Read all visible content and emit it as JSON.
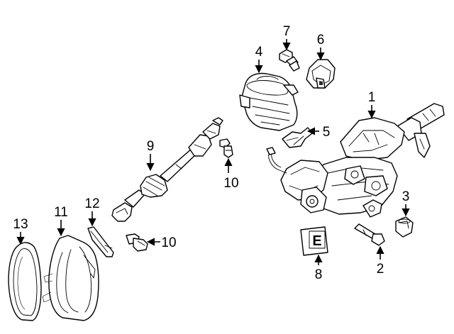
{
  "callouts": [
    {
      "id": "1",
      "label": "1"
    },
    {
      "id": "2",
      "label": "2"
    },
    {
      "id": "3",
      "label": "3"
    },
    {
      "id": "4",
      "label": "4"
    },
    {
      "id": "5",
      "label": "5"
    },
    {
      "id": "6",
      "label": "6"
    },
    {
      "id": "7",
      "label": "7"
    },
    {
      "id": "8",
      "label": "8"
    },
    {
      "id": "9",
      "label": "9"
    },
    {
      "id": "10a",
      "label": "10"
    },
    {
      "id": "10b",
      "label": "10"
    },
    {
      "id": "11",
      "label": "11"
    },
    {
      "id": "12",
      "label": "12"
    },
    {
      "id": "13",
      "label": "13"
    }
  ],
  "label_badge": "E",
  "colors": {
    "line": "#000000",
    "background": "#ffffff"
  }
}
